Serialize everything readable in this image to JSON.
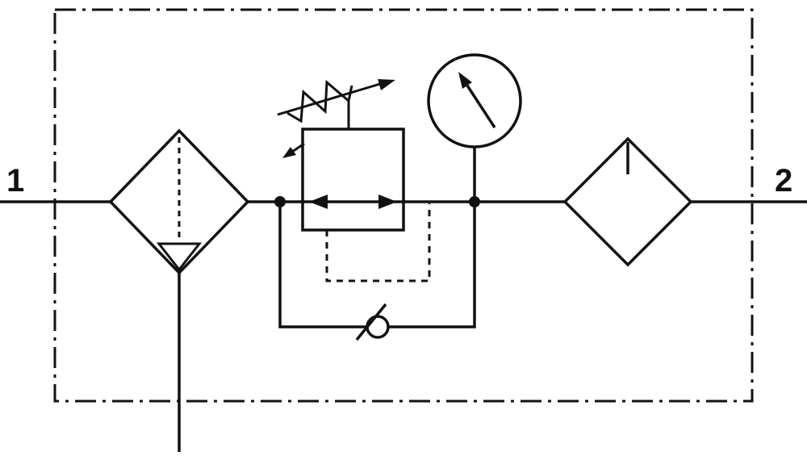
{
  "diagram": {
    "ports": {
      "inlet": {
        "label": "1"
      },
      "outlet": {
        "label": "2"
      }
    },
    "components": [
      "filter-water-separator-symbol",
      "pressure-regulator-symbol",
      "pressure-gauge-icon",
      "check-valve-icon",
      "filter-symbol"
    ],
    "colors": {
      "line": "#111111",
      "background": "#ffffff"
    }
  }
}
